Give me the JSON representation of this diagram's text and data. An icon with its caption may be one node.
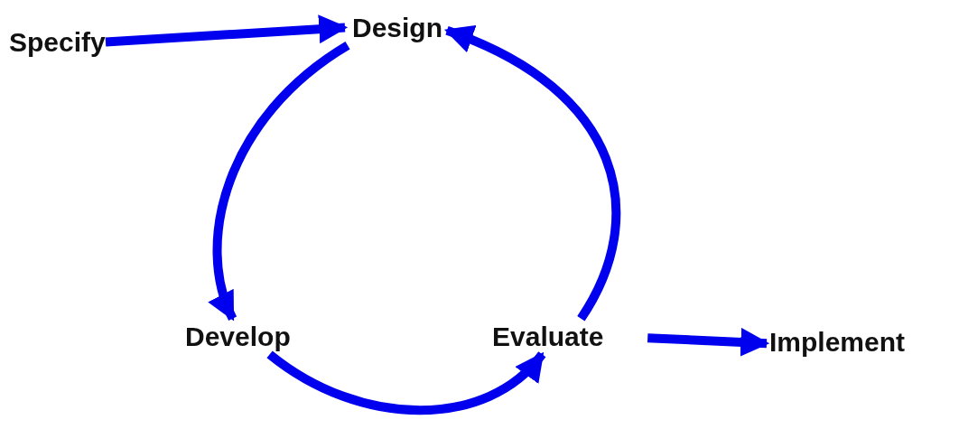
{
  "diagram": {
    "nodes": [
      {
        "text": [
          "Specify"
        ]
      },
      {
        "text": [
          "Design"
        ]
      },
      {
        "text": [
          "Develop"
        ]
      },
      {
        "text": [
          "Evaluate"
        ]
      },
      {
        "text": [
          "Implement"
        ]
      }
    ],
    "edges": [
      {
        "from": 0,
        "to": 1,
        "arrow": "to"
      },
      {
        "from": 1,
        "to": 2,
        "arrow": "to"
      },
      {
        "from": 2,
        "to": 3,
        "arrow": "to"
      },
      {
        "from": 3,
        "to": 1,
        "arrow": "to"
      },
      {
        "from": 3,
        "to": 4,
        "arrow": "to"
      }
    ]
  }
}
